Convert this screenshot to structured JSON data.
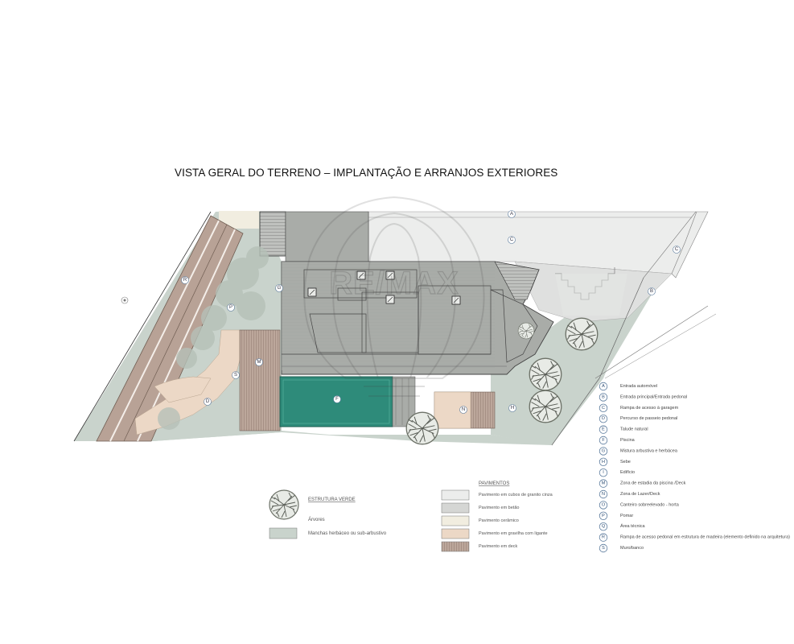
{
  "title": "VISTA GERAL DO TERRENO – IMPLANTAÇÃO E ARRANJOS EXTERIORES",
  "watermark": "RE/MAX",
  "colors": {
    "green_area": "#c9d3cc",
    "building": "#a9aca8",
    "concrete": "#d5d6d4",
    "granite": "#ecedec",
    "gravel": "#ecd8c6",
    "deck": "#b8a296",
    "pool": "#2e8b7a",
    "key_circle": "#5a7a9c"
  },
  "plan_labels": {
    "a": "A",
    "b": "B",
    "c": "C",
    "c2": "C",
    "d": "D",
    "f": "F",
    "g": "G",
    "h": "H",
    "n": "N",
    "p": "P",
    "r": "R",
    "s": "S",
    "m": "M"
  },
  "legend_green": {
    "heading": "ESTRUTURA VERDE",
    "items": [
      {
        "label": "Árvores",
        "symbol": "tree-icon"
      },
      {
        "label": "Manchas herbáceo ou sub-arbustivo",
        "symbol": "green-swatch"
      }
    ]
  },
  "legend_paving": {
    "heading": "PAVIMENTOS",
    "items": [
      {
        "label": "Pavimento em cubos de granito cinza",
        "color": "#ecedec"
      },
      {
        "label": "Pavimento em betão",
        "color": "#d5d6d4"
      },
      {
        "label": "Pavimento cerâmico",
        "color": "#f1ede0"
      },
      {
        "label": "Pavimento em gravilha com ligante",
        "color": "#ecd8c6"
      },
      {
        "label": "Pavimento em deck",
        "color": "#b8a296"
      }
    ]
  },
  "key": [
    {
      "letter": "A",
      "label": "Entrada automóvel"
    },
    {
      "letter": "B",
      "label": "Entrada principal/Entrada pedonal"
    },
    {
      "letter": "C",
      "label": "Rampa de acesso à garagem"
    },
    {
      "letter": "D",
      "label": "Percurso de passeio pedonal"
    },
    {
      "letter": "E",
      "label": "Talude natural"
    },
    {
      "letter": "F",
      "label": "Piscina"
    },
    {
      "letter": "G",
      "label": "Mistura arbustiva e herbácea"
    },
    {
      "letter": "H",
      "label": "Sebe"
    },
    {
      "letter": "I",
      "label": "Edifício"
    },
    {
      "letter": "M",
      "label": "Zona de estadia da piscina /Deck"
    },
    {
      "letter": "N",
      "label": "Zona de Lazer/Deck"
    },
    {
      "letter": "O",
      "label": "Canteiro sobreelevado - horta"
    },
    {
      "letter": "P",
      "label": "Pomar"
    },
    {
      "letter": "Q",
      "label": "Área técnica"
    },
    {
      "letter": "R",
      "label": "Rampa de acesso pedonal em estrutura de madeira (elemento definido na arquitetura)"
    },
    {
      "letter": "S",
      "label": "Muro/banco"
    }
  ]
}
